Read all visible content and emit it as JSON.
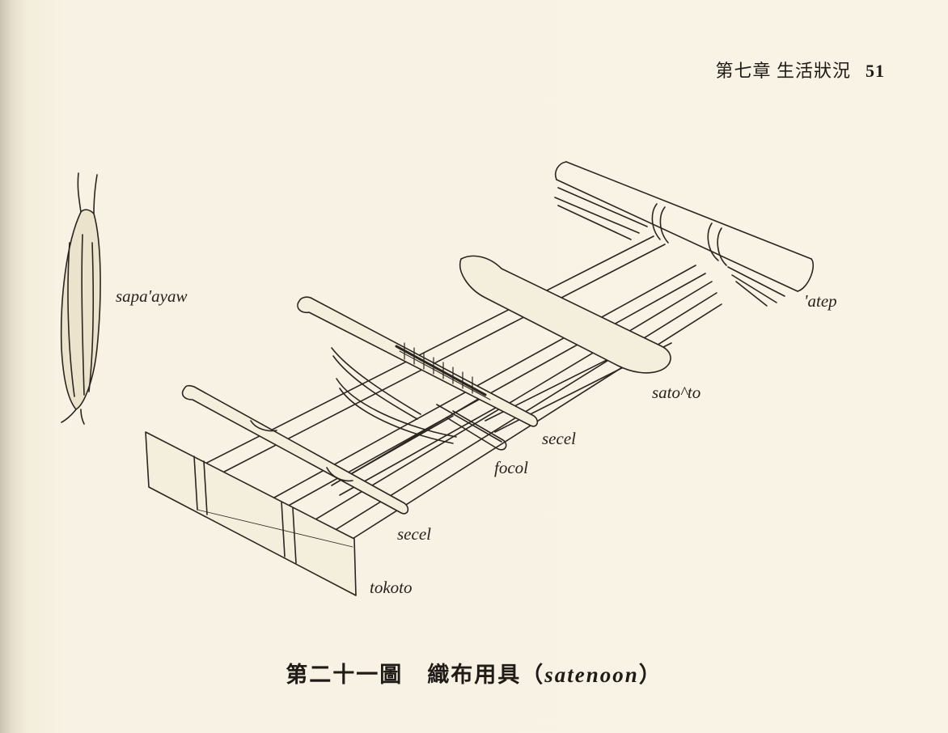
{
  "header": {
    "chapter_title": "第七章 生活狀況",
    "page_number": "51"
  },
  "figure": {
    "labels": {
      "sapaayaw": "sapa'ayaw",
      "atep": "'atep",
      "sato_to": "sato^to",
      "secel_upper": "secel",
      "focol": "focol",
      "secel_lower": "secel",
      "tokoto": "tokoto"
    },
    "caption": {
      "number": "第二十一圖",
      "name": "織布用具",
      "open_paren": "（",
      "term": "satenoon",
      "close_paren": "）"
    }
  }
}
